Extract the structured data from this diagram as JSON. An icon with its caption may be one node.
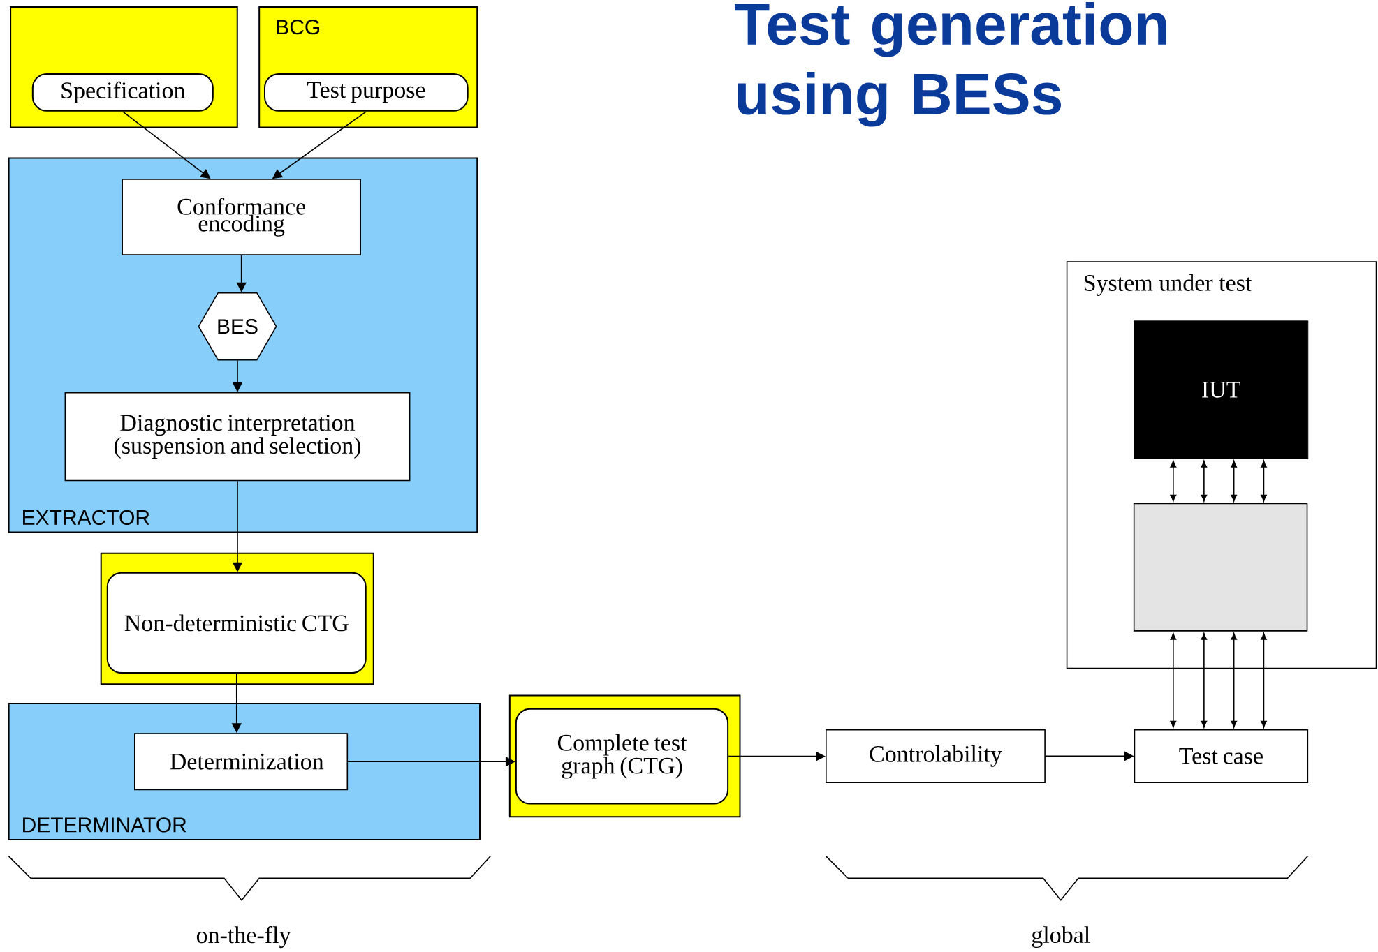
{
  "diagram": {
    "title": "Test generation using BESs",
    "nodes": [
      {
        "text": [],
        "shape": "box"
      },
      {
        "text": [
          "Specification"
        ],
        "in": 0
      },
      {
        "text": [
          "BCG"
        ]
      },
      {
        "text": [
          "Test purpose"
        ],
        "in": 2
      },
      {
        "text": [
          "EXTRACTOR"
        ]
      },
      {
        "text": [
          "Conformance encoding"
        ],
        "in": 4
      },
      {
        "text": [
          "BES"
        ],
        "in": 4
      },
      {
        "text": [
          "Diagnostic interpretation (suspension and selection)"
        ],
        "in": 4
      },
      {
        "text": [],
        "shape": "box"
      },
      {
        "text": [
          "Non-deterministic CTG"
        ],
        "in": 8
      },
      {
        "text": [
          "DETERMINATOR"
        ]
      },
      {
        "text": [
          "Determinization"
        ],
        "in": 10
      },
      {
        "text": [],
        "shape": "box"
      },
      {
        "text": [
          "Complete test graph (CTG)"
        ],
        "in": 12
      },
      {
        "text": [
          "Controlability"
        ]
      },
      {
        "text": [
          "Test case"
        ]
      },
      {
        "text": [
          "System under test"
        ]
      },
      {
        "text": [
          "IUT"
        ],
        "in": 16
      },
      {
        "text": [],
        "shape": "box",
        "in": 16
      }
    ],
    "edges": [
      {
        "from": 1,
        "to": 5,
        "arrow": "to"
      },
      {
        "from": 3,
        "to": 5,
        "arrow": "to"
      },
      {
        "from": 5,
        "to": 6,
        "arrow": "to"
      },
      {
        "from": 6,
        "to": 7,
        "arrow": "to"
      },
      {
        "from": 7,
        "to": 9,
        "arrow": "to"
      },
      {
        "from": 9,
        "to": 11,
        "arrow": "to"
      },
      {
        "from": 11,
        "to": 13,
        "arrow": "to"
      },
      {
        "from": 13,
        "to": 14,
        "arrow": "to"
      },
      {
        "from": 14,
        "to": 15,
        "arrow": "to"
      },
      {
        "from": 17,
        "to": 18,
        "arrow": "both"
      },
      {
        "from": 17,
        "to": 18,
        "arrow": "both"
      },
      {
        "from": 17,
        "to": 18,
        "arrow": "both"
      },
      {
        "from": 17,
        "to": 18,
        "arrow": "both"
      },
      {
        "from": 18,
        "to": 15,
        "arrow": "both"
      },
      {
        "from": 18,
        "to": 15,
        "arrow": "both"
      },
      {
        "from": 18,
        "to": 15,
        "arrow": "both"
      },
      {
        "from": 18,
        "to": 15,
        "arrow": "both"
      }
    ],
    "labels": [
      "on-the-fly",
      "global"
    ]
  }
}
